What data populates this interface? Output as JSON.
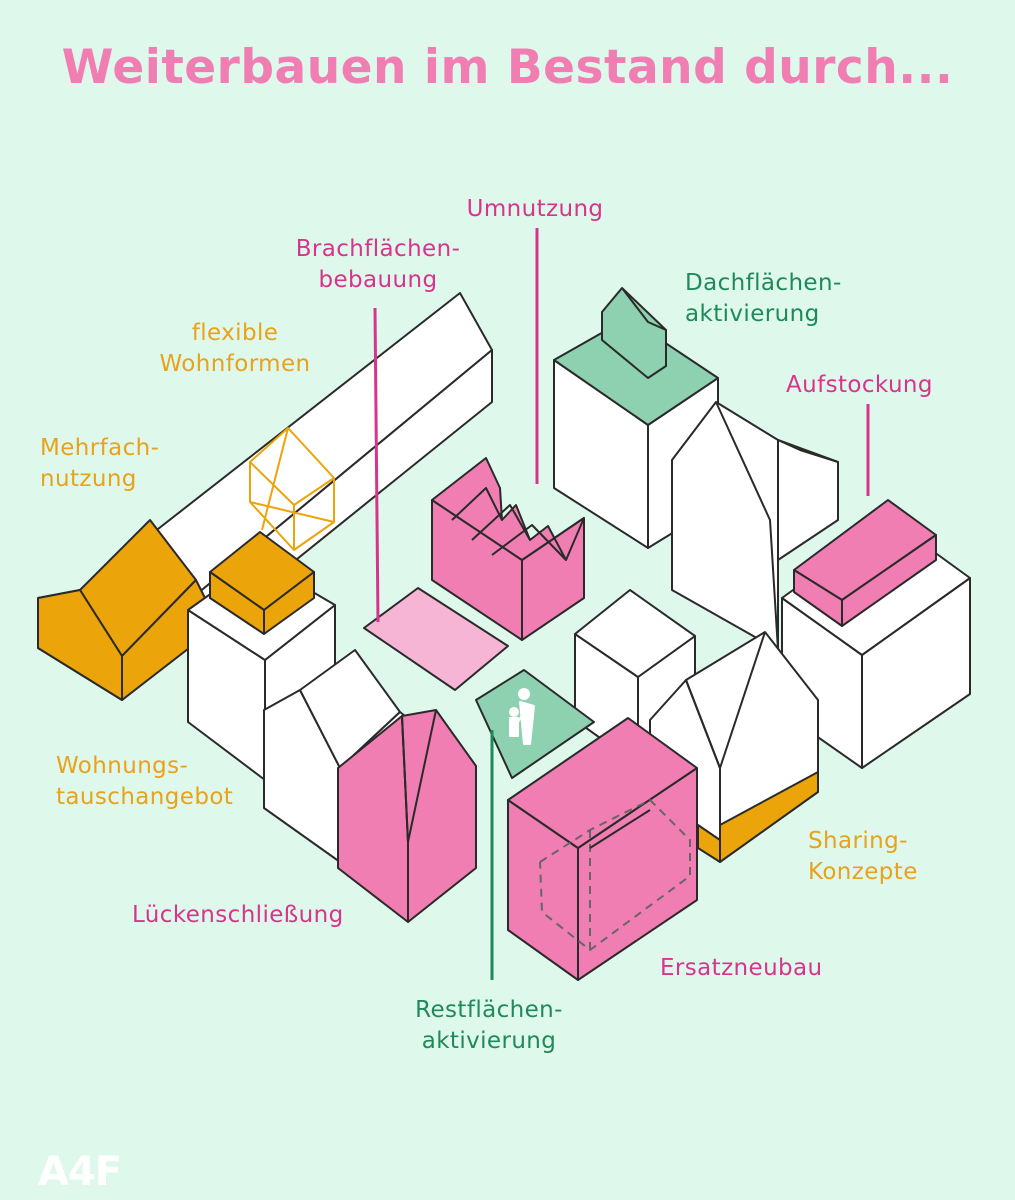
{
  "title": "Weiterbauen im Bestand durch...",
  "labels": {
    "umnutzung": "Umnutzung",
    "brachflaechen": "Brachflächen-\nbebauung",
    "dachflaechen": "Dachflächen-\naktivierung",
    "flexible": "flexible\nWohnformen",
    "aufstockung": "Aufstockung",
    "mehrfach": "Mehrfach-\nnutzung",
    "wohnungstausch": "Wohnungs-\ntauschangebot",
    "sharing": "Sharing-\nKonzepte",
    "lueckenschliessung": "Lückenschließung",
    "ersatzneubau": "Ersatzneubau",
    "restflaechen": "Restflächen-\naktivierung"
  },
  "logo": "A4F",
  "colors": {
    "background": "#def8ec",
    "pink": "#f07eb2",
    "pink_text": "#d9348b",
    "orange": "#eba40a",
    "green": "#8ed1b1",
    "green_text": "#1f8a58",
    "light_pink": "#f7b5d6",
    "outline": "#2a2a2a",
    "building": "#ffffff"
  }
}
